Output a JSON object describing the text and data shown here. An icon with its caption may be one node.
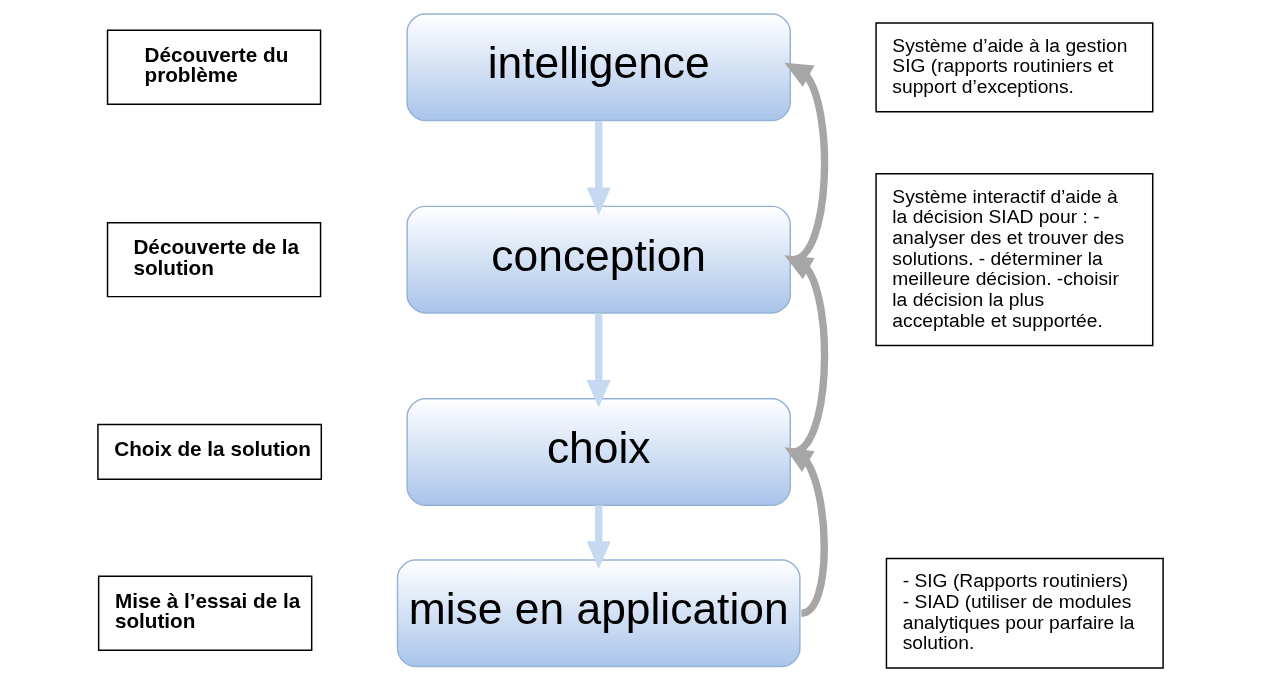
{
  "diagram": {
    "nodes": [
      {
        "text": [
          "Découverte du problème"
        ]
      },
      {
        "text": [
          "Découverte de la solution"
        ]
      },
      {
        "text": [
          "Choix de la solution"
        ]
      },
      {
        "text": [
          "Mise à l’essai de la solution"
        ]
      },
      {
        "text": [
          "intelligence"
        ]
      },
      {
        "text": [
          "conception"
        ]
      },
      {
        "text": [
          "choix"
        ]
      },
      {
        "text": [
          "mise en application"
        ]
      },
      {
        "text": [
          "Système d’aide à la gestion SIG (rapports routiniers et support d’exceptions."
        ]
      },
      {
        "text": [
          "Système interactif d’aide à la décision SIAD pour : - analyser des et trouver des solutions. - déterminer la meilleure décision. -choisir la décision la plus acceptable et supportée."
        ]
      },
      {
        "text": [
          "- SIG (Rapports routiniers) - SIAD (utiliser de modules analytiques pour parfaire la solution."
        ]
      }
    ],
    "edges": [
      {
        "from": 4,
        "to": 5,
        "arrow": "to",
        "color": "#c6d9f1"
      },
      {
        "from": 5,
        "to": 6,
        "arrow": "to",
        "color": "#c6d9f1"
      },
      {
        "from": 6,
        "to": 7,
        "arrow": "to",
        "color": "#c6d9f1"
      },
      {
        "from": 5,
        "to": 4,
        "arrow": "to",
        "color": "#a6a6a6"
      },
      {
        "from": 6,
        "to": 5,
        "arrow": "to",
        "color": "#a6a6a6"
      },
      {
        "from": 7,
        "to": 6,
        "arrow": "to",
        "color": "#a6a6a6"
      }
    ]
  }
}
